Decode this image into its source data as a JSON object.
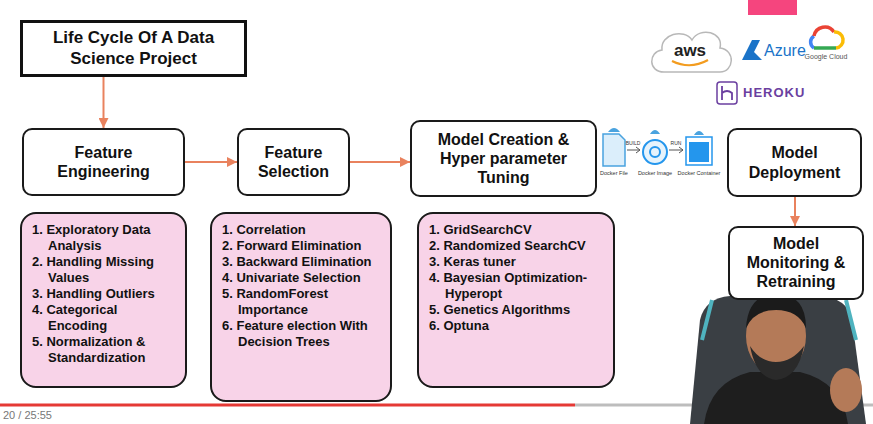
{
  "diagram": {
    "nodes": [
      {
        "text": [
          "Life Cycle Of A Data Science Project"
        ]
      },
      {
        "text": [
          "Feature Engineering"
        ]
      },
      {
        "text": [
          "1. Exploratory Data Analysis",
          "2. Handling Missing Values",
          "3. Handling Outliers",
          "4. Categorical Encoding",
          "5. Normalization & Standardization"
        ]
      },
      {
        "text": [
          "Feature Selection"
        ]
      },
      {
        "text": [
          "1. Correlation",
          "2. Forward Elimination",
          "3. Backward Elimination",
          "4. Univariate Selection",
          "5. RandomForest Importance",
          "6. Feature election With Decision Trees"
        ]
      },
      {
        "text": [
          "Model Creation & Hyper parameter Tuning"
        ]
      },
      {
        "text": [
          "1. GridSearchCV",
          "2. Randomized SearchCV",
          "3. Keras tuner",
          "4. Bayesian Optimization-Hyperopt",
          "5. Genetics Algorithms",
          "6. Optuna"
        ]
      },
      {
        "text": [
          "Model Deployment"
        ]
      },
      {
        "text": [
          "Model Monitoring & Retraining"
        ]
      }
    ],
    "edges": [
      {
        "from": 0,
        "to": 1,
        "arrow": "to"
      },
      {
        "from": 1,
        "to": 3,
        "arrow": "to"
      },
      {
        "from": 3,
        "to": 5,
        "arrow": "to"
      },
      {
        "from": 7,
        "to": 8,
        "arrow": "to"
      }
    ],
    "labels": [
      "aws",
      "Azure",
      "Google Cloud",
      "HEROKU",
      "Docker File",
      "BUILD",
      "Docker Image",
      "RUN",
      "Docker Container",
      "20 / 25:55"
    ]
  }
}
